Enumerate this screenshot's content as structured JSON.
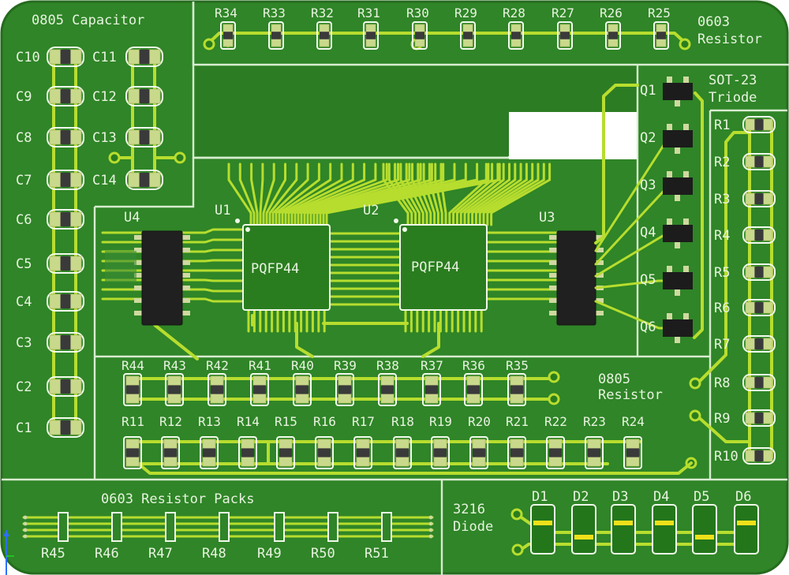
{
  "board": {
    "background_color": "#ffffff",
    "pcb_color": "#2f8527",
    "trace_color": "#b7dd2e",
    "silkscreen_color": "#e8f3e0",
    "pad_color": "#c9d98c"
  },
  "sections": {
    "capacitor_0805": "0805 Capacitor",
    "resistor_0603_line1": "0603",
    "resistor_0603_line2": "Resistor",
    "sot23_line1": "SOT-23",
    "sot23_line2": "Triode",
    "resistor_0805_line1": "0805",
    "resistor_0805_line2": "Resistor",
    "resistor_packs": "0603 Resistor Packs",
    "diode_line1": "3216",
    "diode_line2": "Diode"
  },
  "capacitors_left": [
    "C10",
    "C9",
    "C8",
    "C7",
    "C6",
    "C5",
    "C4",
    "C3",
    "C2",
    "C1"
  ],
  "capacitors_right": [
    "C11",
    "C12",
    "C13",
    "C14"
  ],
  "top_resistors": [
    "R34",
    "R33",
    "R32",
    "R31",
    "R30",
    "R29",
    "R28",
    "R27",
    "R26",
    "R25"
  ],
  "transistors": [
    "Q1",
    "Q2",
    "Q3",
    "Q4",
    "Q5",
    "Q6"
  ],
  "right_resistors": [
    "R1",
    "R2",
    "R3",
    "R4",
    "R5",
    "R6",
    "R7",
    "R8",
    "R9",
    "R10"
  ],
  "ics": {
    "u4": "U4",
    "u1": "U1",
    "u2": "U2",
    "u3": "U3",
    "u1_package": "PQFP44",
    "u2_package": "PQFP44"
  },
  "row1_resistors": [
    "R44",
    "R43",
    "R42",
    "R41",
    "R40",
    "R39",
    "R38",
    "R37",
    "R36",
    "R35"
  ],
  "row2_resistors": [
    "R11",
    "R12",
    "R13",
    "R14",
    "R15",
    "R16",
    "R17",
    "R18",
    "R19",
    "R20",
    "R21",
    "R22",
    "R23",
    "R24"
  ],
  "resistor_packs": [
    "R45",
    "R46",
    "R47",
    "R48",
    "R49",
    "R50",
    "R51"
  ],
  "diodes": [
    "D1",
    "D2",
    "D3",
    "D4",
    "D5",
    "D6"
  ]
}
